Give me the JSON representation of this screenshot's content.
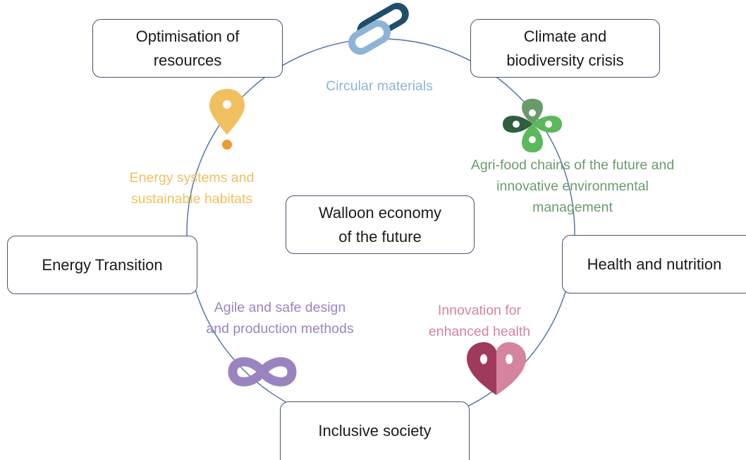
{
  "center": {
    "label": "Walloon economy\nof the future"
  },
  "challenges": {
    "optimisation": "Optimisation of\nresources",
    "climate": "Climate and\nbiodiversity crisis",
    "energy_transition": "Energy Transition",
    "health": "Health and nutrition",
    "inclusive": "Inclusive society"
  },
  "domains": {
    "circular": {
      "label": "Circular materials",
      "color": "#8db4d6",
      "icon": "capsule-icon"
    },
    "agrifood": {
      "label": "Agri-food chains of the future and\ninnovative environmental\nmanagement",
      "color": "#6a9a6a",
      "icon": "clover-icon"
    },
    "energy_systems": {
      "label": "Energy systems and\nsustainable habitats",
      "color": "#f0c060",
      "icon": "location-pin-icon"
    },
    "agile": {
      "label": "Agile and safe design\nand production methods",
      "color": "#9a84c0",
      "icon": "infinity-icon"
    },
    "health": {
      "label": "Innovation for\nenhanced health",
      "color": "#d4849e",
      "icon": "heart-icon"
    }
  },
  "colors": {
    "circle": "#4a6fa5",
    "box_border": "#44546a",
    "capsule_dark": "#1f4e6b",
    "capsule_light": "#8db4d6",
    "clover_dark": "#2e5e3e",
    "clover_mid": "#6a9a6a",
    "clover_light": "#5cb85c",
    "pin": "#f0c060",
    "pin_dot": "#ee9a2e",
    "infinity": "#9a84c0",
    "heart_dark": "#a03a5c",
    "heart_light": "#d4849e"
  }
}
